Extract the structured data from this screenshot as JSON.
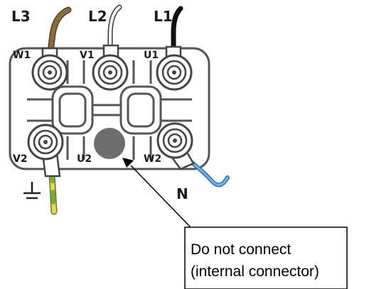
{
  "labels": {
    "line_l3": "L3",
    "line_l2": "L2",
    "line_l1": "L1",
    "terminal_w1": "W1",
    "terminal_v1": "V1",
    "terminal_u1": "U1",
    "terminal_v2": "V2",
    "terminal_u2": "U2",
    "terminal_w2": "W2",
    "neutral": "N"
  },
  "callout": {
    "line1": "Do not connect",
    "line2": "(internal connector)"
  },
  "colors": {
    "wire_l3": "#8a6a3e",
    "wire_l2": "#ffffff",
    "wire_l1": "#111111",
    "wire_n": "#4a9be0",
    "wire_earth_green": "#7aa83a",
    "wire_earth_yellow": "#e8d84a",
    "internal_connector": "#6e6e6e"
  },
  "icons": [
    "ground-symbol-icon"
  ]
}
